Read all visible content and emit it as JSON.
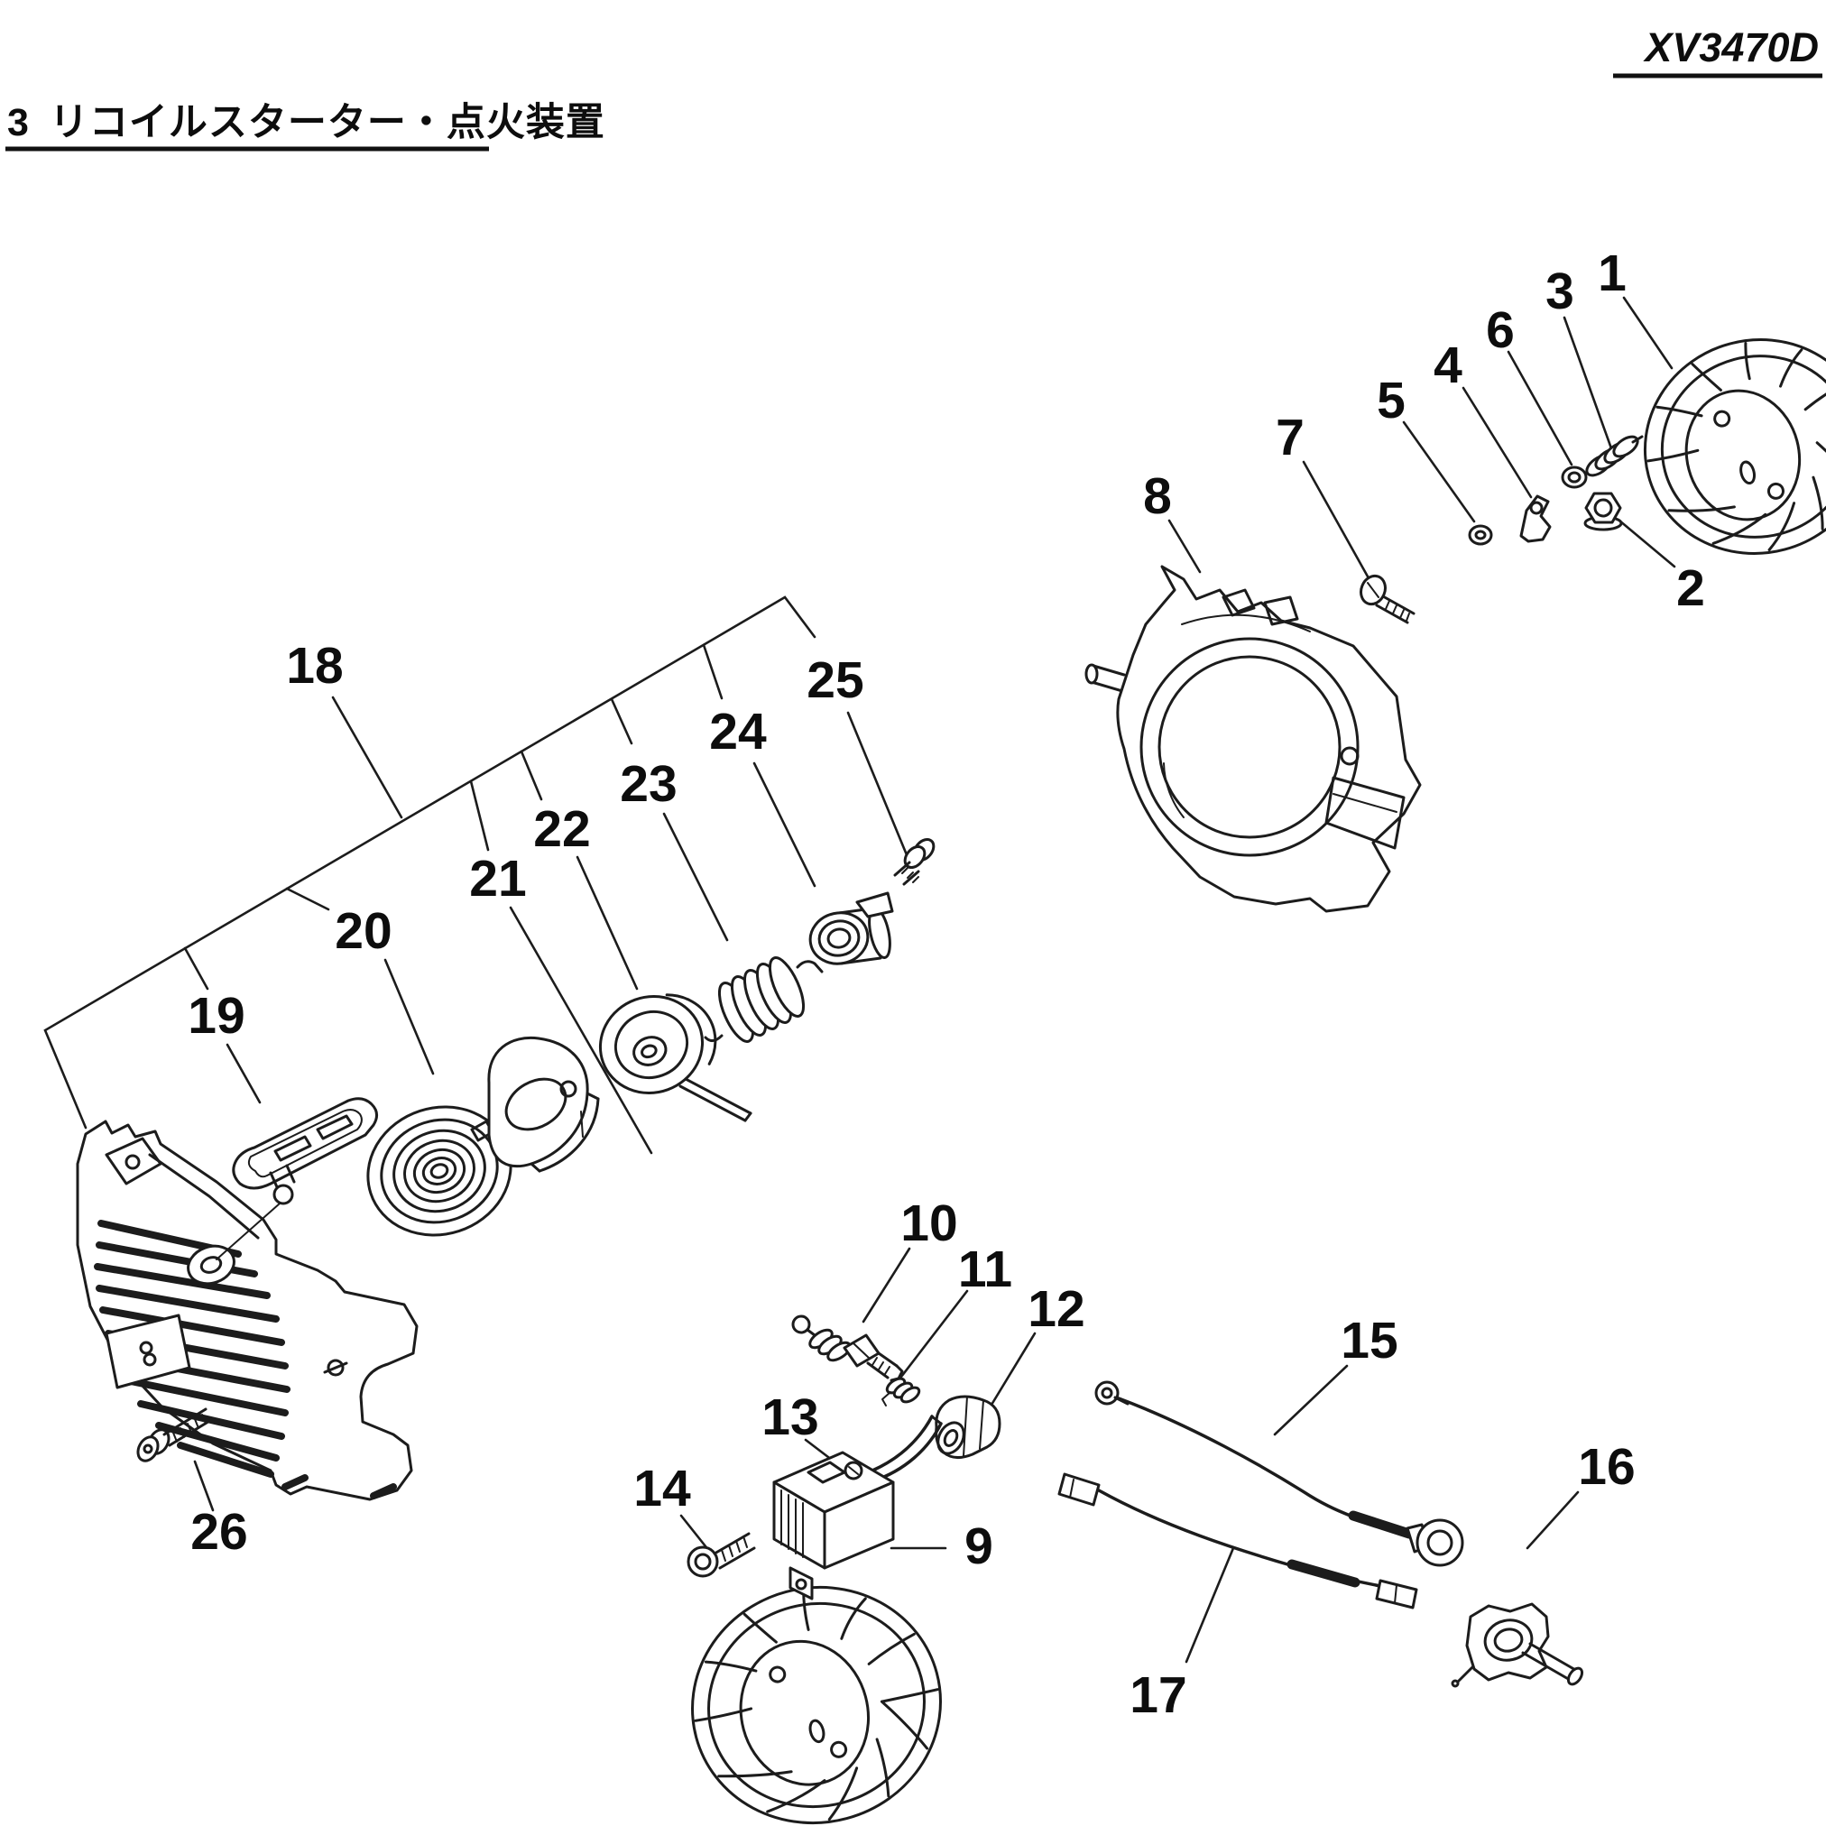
{
  "page": {
    "model_code": "XV3470D",
    "section": {
      "number": "3",
      "title": "リコイルスターター・点火装置"
    }
  },
  "diagram": {
    "type": "exploded-parts-diagram",
    "ink_color": "#1c1c1c",
    "callouts": [
      "1",
      "2",
      "3",
      "4",
      "5",
      "6",
      "7",
      "8",
      "9",
      "10",
      "11",
      "12",
      "13",
      "14",
      "15",
      "16",
      "17",
      "18",
      "19",
      "20",
      "21",
      "22",
      "23",
      "24",
      "25",
      "26"
    ]
  }
}
